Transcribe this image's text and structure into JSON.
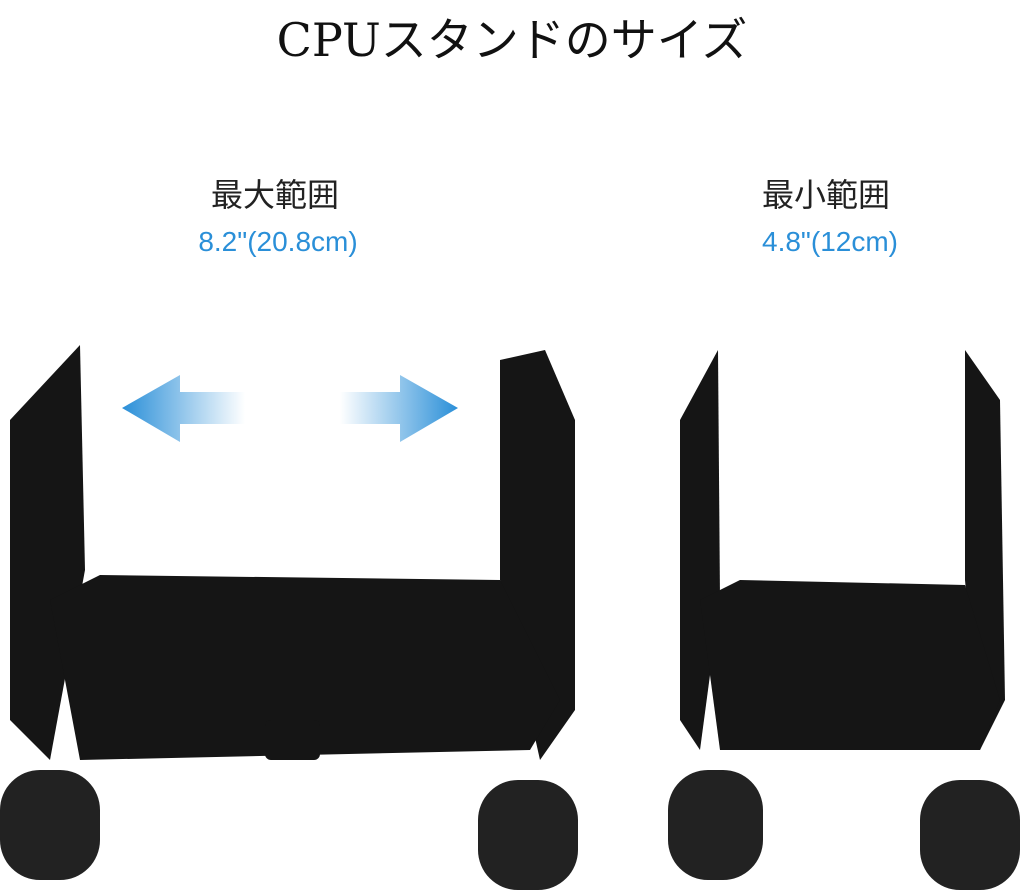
{
  "title": "CPUスタンドのサイズ",
  "max": {
    "label": "最大範囲",
    "value": "8.2\"(20.8cm)"
  },
  "min": {
    "label": "最小範囲",
    "value": "4.8\"(12cm)"
  },
  "colors": {
    "accent": "#2a8fd8",
    "metal": "#151515"
  }
}
